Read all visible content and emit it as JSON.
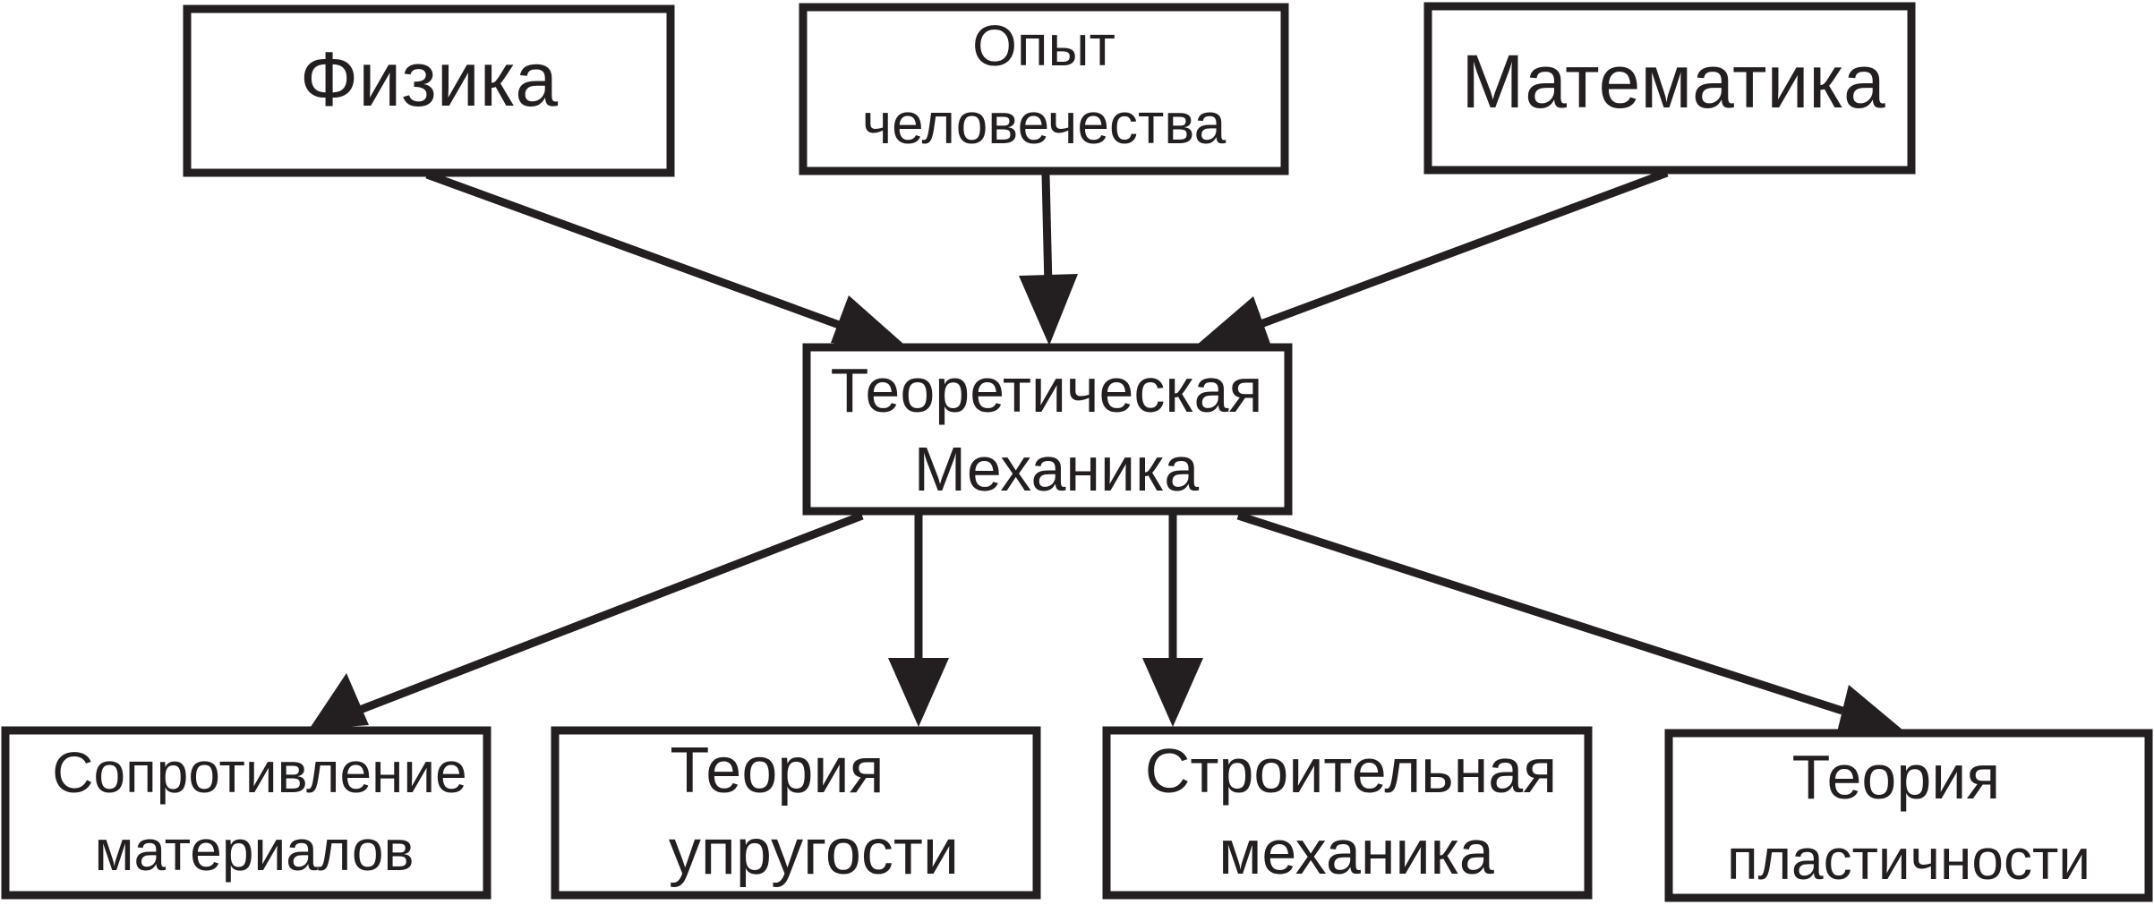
{
  "nodes": {
    "physics": {
      "lines": [
        "Физика"
      ]
    },
    "experience": {
      "lines": [
        "Опыт",
        "человечества"
      ]
    },
    "math": {
      "lines": [
        "Математика"
      ]
    },
    "theoretical": {
      "lines": [
        "Теоретическая",
        "Механика"
      ]
    },
    "strength": {
      "lines": [
        "Сопротивление",
        "материалов"
      ]
    },
    "elasticity": {
      "lines": [
        "Теория",
        "упругости"
      ]
    },
    "structural": {
      "lines": [
        "Строительная",
        "механика"
      ]
    },
    "plasticity": {
      "lines": [
        "Теория",
        "пластичности"
      ]
    }
  },
  "colors": {
    "ink": "#231f20",
    "background": "#ffffff"
  }
}
